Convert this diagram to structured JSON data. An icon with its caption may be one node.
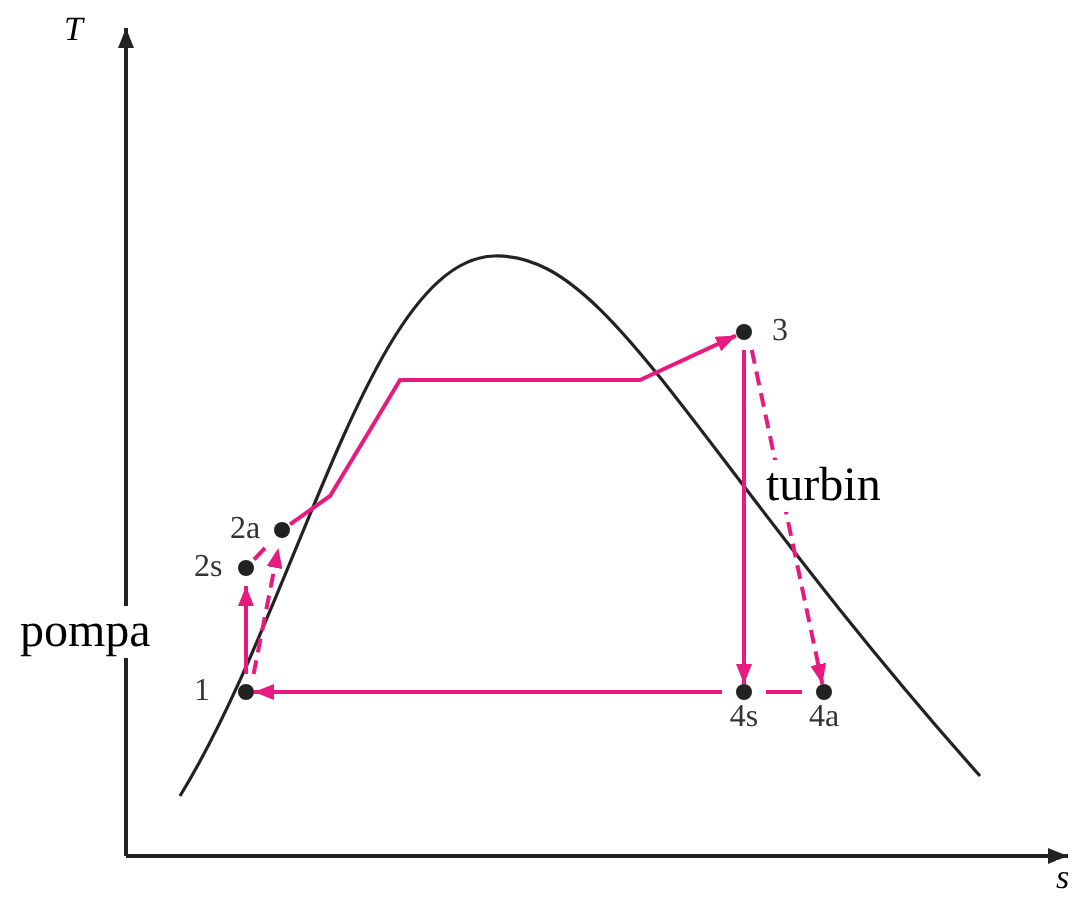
{
  "diagram": {
    "nodes": [
      {
        "text": [
          "1"
        ]
      },
      {
        "text": [
          "2s"
        ]
      },
      {
        "text": [
          "2a"
        ]
      },
      {
        "text": [
          "3"
        ]
      },
      {
        "text": [
          "4s"
        ]
      },
      {
        "text": [
          "4a"
        ]
      }
    ],
    "edges": [
      {
        "from": 0,
        "to": 1,
        "arrow": "to"
      },
      {
        "from": 0,
        "to": 2,
        "arrow": "to",
        "style": "dashed"
      },
      {
        "from": 1,
        "to": 2,
        "arrow": "none"
      },
      {
        "from": 2,
        "to": 3,
        "arrow": "to"
      },
      {
        "from": 3,
        "to": 4,
        "arrow": "to"
      },
      {
        "from": 3,
        "to": 5,
        "arrow": "to",
        "style": "dashed"
      },
      {
        "from": 5,
        "to": 4,
        "arrow": "none"
      },
      {
        "from": 4,
        "to": 0,
        "arrow": "to"
      }
    ],
    "labels": [
      "T",
      "turbin",
      "pompa",
      "s"
    ]
  }
}
